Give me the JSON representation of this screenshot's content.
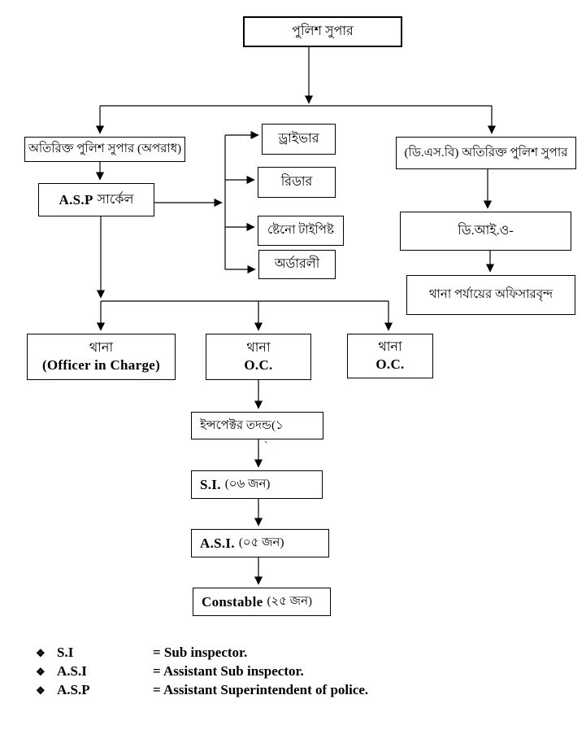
{
  "diagram": {
    "nodes": {
      "police_super": "পুলিশ সুপার",
      "addl_sp_crime": "অতিরিক্ত পুলিশ সুপার (অপরাধ)",
      "asp_circle_en": "A.S.P",
      "asp_circle_bn": "সার্কেল",
      "driver": "ড্রাইভার",
      "reader": "রিডার",
      "steno_typist": "ষ্টেনো টাইপিষ্ট",
      "orderly": "অর্ডারলী",
      "dsb_addl_sp": "(ডি.এস.বি) অতিরিক্ত পুলিশ সুপার",
      "dio": "ডি.আই.ও-",
      "thana_level_officers": "থানা পর্যায়ের অফিসারবৃন্দ",
      "thana_bn": "থানা",
      "thana_oic_en": "(Officer in Charge)",
      "thana_oc_en": "O.C.",
      "inspector": "ইন্সপেক্টর তদন্ড(১",
      "stray_mark": "`",
      "si_en": "S.I.",
      "si_bn": "(০৬ জন)",
      "asi_en": "A.S.I.",
      "asi_bn": "(০৫ জন)",
      "constable_en": "Constable",
      "constable_bn": "(২৫ জন)"
    },
    "legend": {
      "bullet": "❖",
      "items": [
        {
          "term": "S.I",
          "definition": "= Sub inspector."
        },
        {
          "term": "A.S.I",
          "definition": "= Assistant Sub inspector."
        },
        {
          "term": "A.S.P",
          "definition": "= Assistant Superintendent of police."
        }
      ]
    },
    "colors": {
      "line": "#000000",
      "background": "#ffffff",
      "text": "#000000"
    }
  }
}
